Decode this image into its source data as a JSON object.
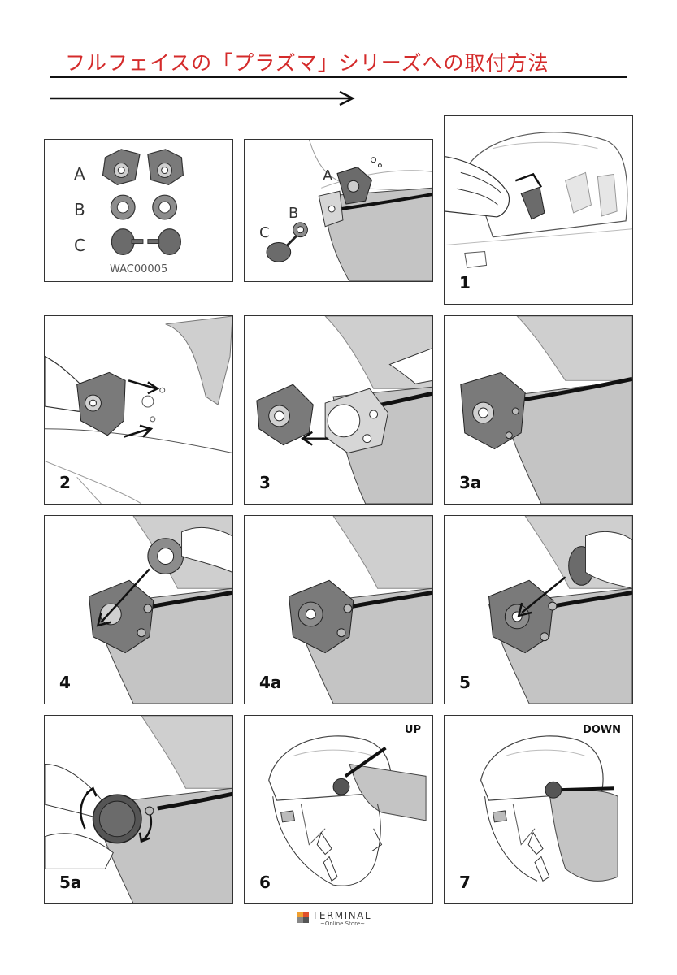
{
  "title": "フルフェイスの「プラズマ」シリーズへの取付方法",
  "parts_panel": {
    "labels": [
      "A",
      "B",
      "C"
    ],
    "code": "WAC00005"
  },
  "assembly_panel": {
    "labels": [
      "A",
      "B",
      "C"
    ]
  },
  "steps": [
    "1",
    "2",
    "3",
    "3a",
    "4",
    "4a",
    "5",
    "5a",
    "6",
    "7"
  ],
  "tags": {
    "up": "UP",
    "down": "DOWN"
  },
  "footer": {
    "name": "TERMINAL",
    "sub": "~Online Store~"
  },
  "colors": {
    "title": "#d42b2b",
    "part_dark": "#6b6b6b",
    "part_mid": "#8c8c8c",
    "shield_gray": "#bdbdbd",
    "light_gray": "#d9d9d9",
    "logo": [
      "#f0a030",
      "#e0502a",
      "#888888",
      "#555555"
    ]
  }
}
